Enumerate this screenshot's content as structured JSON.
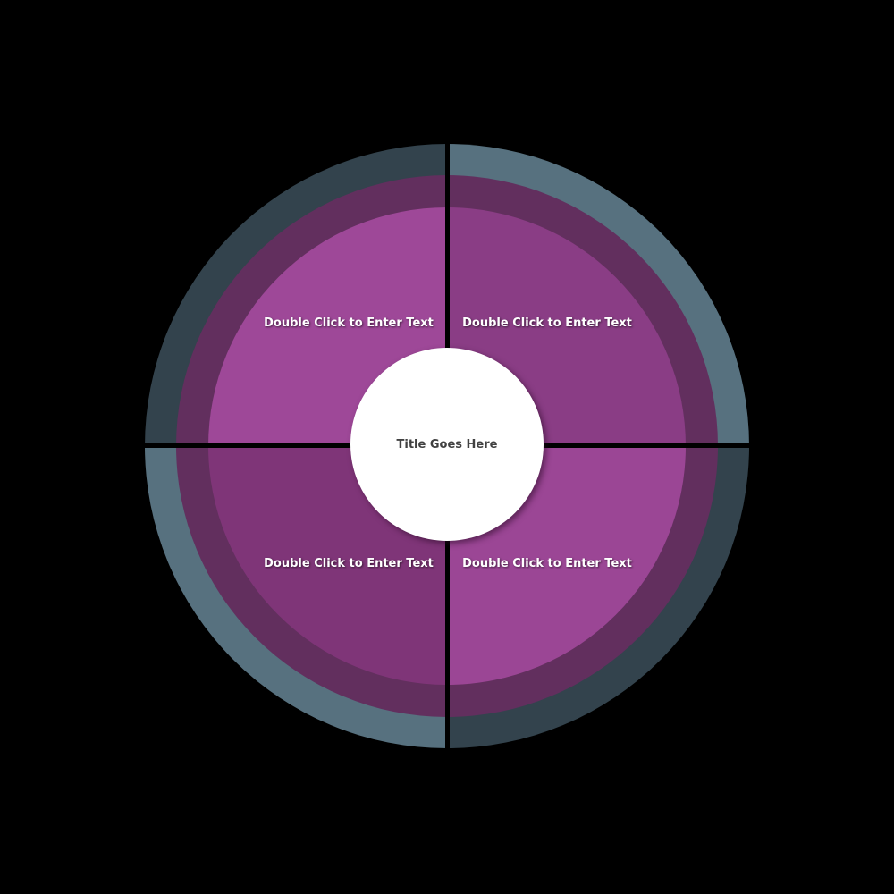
{
  "background_color": "#000000",
  "divider_color": "#000000",
  "label_text_color": "#ffffff",
  "center": {
    "title": "Title Goes Here",
    "circle_color": "#ffffff",
    "title_color": "#414141"
  },
  "quadrants": [
    {
      "position": "top-left",
      "label": "Double Click to Enter Text",
      "outer_ring_color": "#33434d",
      "inner_ring_color": "#622f5e",
      "fill_color": "#9e4898"
    },
    {
      "position": "top-right",
      "label": "Double Click to Enter Text",
      "outer_ring_color": "#57717f",
      "inner_ring_color": "#622f5e",
      "fill_color": "#8a3d85"
    },
    {
      "position": "bottom-left",
      "label": "Double Click to Enter Text",
      "outer_ring_color": "#57717f",
      "inner_ring_color": "#622f5e",
      "fill_color": "#7f3578"
    },
    {
      "position": "bottom-right",
      "label": "Double Click to Enter Text",
      "outer_ring_color": "#33434d",
      "inner_ring_color": "#622f5e",
      "fill_color": "#9b4695"
    }
  ]
}
